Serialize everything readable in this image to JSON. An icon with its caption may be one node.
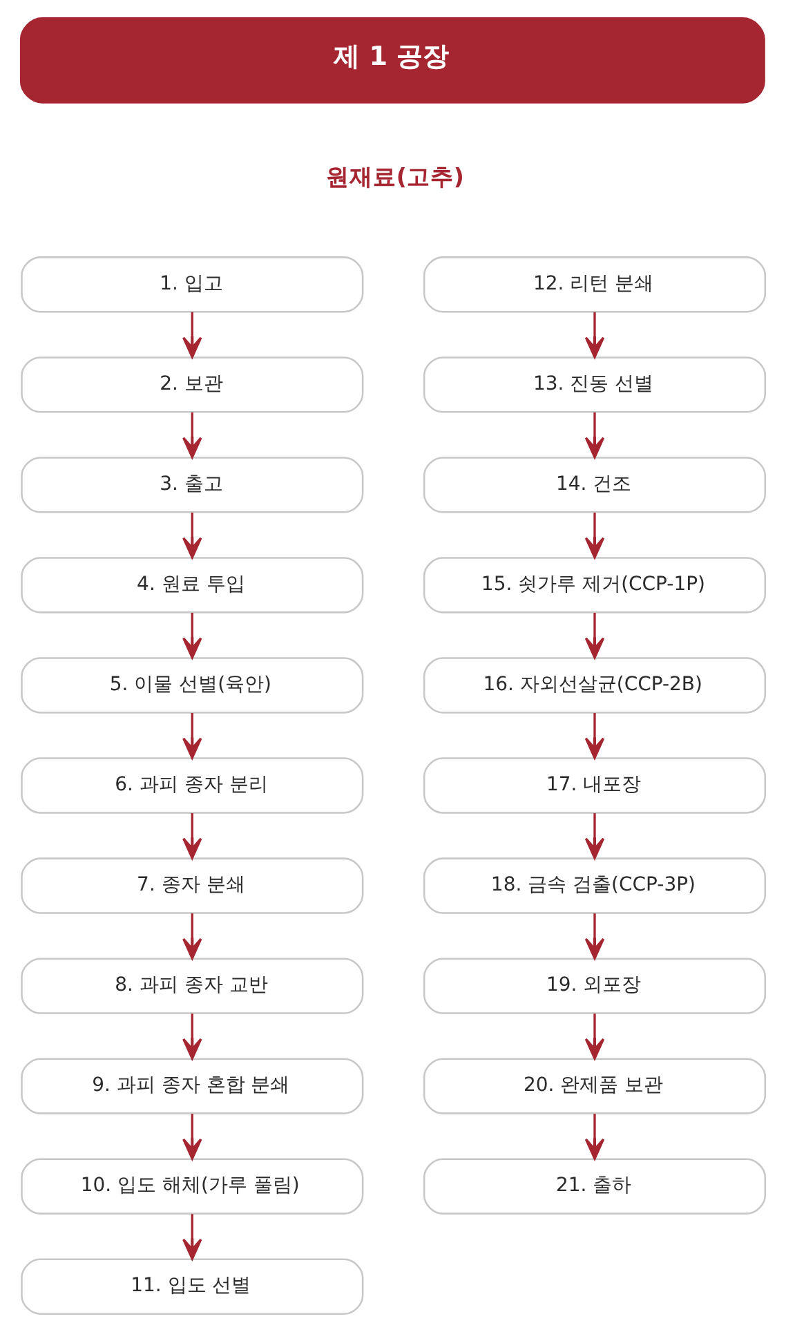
{
  "diagram": {
    "nodes": [
      {
        "text": [
          "제 1 공장"
        ]
      },
      {
        "text": [
          "1. 입고"
        ]
      },
      {
        "text": [
          "2. 보관"
        ]
      },
      {
        "text": [
          "3. 출고"
        ]
      },
      {
        "text": [
          "4. 원료 투입"
        ]
      },
      {
        "text": [
          "5. 이물 선별(육안)"
        ]
      },
      {
        "text": [
          "6. 과피 종자 분리"
        ]
      },
      {
        "text": [
          "7. 종자 분쇄"
        ]
      },
      {
        "text": [
          "8. 과피 종자 교반"
        ]
      },
      {
        "text": [
          "9. 과피 종자 혼합 분쇄"
        ]
      },
      {
        "text": [
          "10. 입도 해체(가루 풀림)"
        ]
      },
      {
        "text": [
          "11. 입도 선별"
        ]
      },
      {
        "text": [
          "12. 리턴 분쇄"
        ]
      },
      {
        "text": [
          "13. 진동 선별"
        ]
      },
      {
        "text": [
          "14. 건조"
        ]
      },
      {
        "text": [
          "15. 쇳가루 제거(CCP-1P)"
        ]
      },
      {
        "text": [
          "16. 자외선살균(CCP-2B)"
        ]
      },
      {
        "text": [
          "17. 내포장"
        ]
      },
      {
        "text": [
          "18. 금속 검출(CCP-3P)"
        ]
      },
      {
        "text": [
          "19. 외포장"
        ]
      },
      {
        "text": [
          "20. 완제품 보관"
        ]
      },
      {
        "text": [
          "21. 출하"
        ]
      }
    ],
    "edges": [
      {
        "from": 1,
        "to": 2,
        "arrow": "to"
      },
      {
        "from": 2,
        "to": 3,
        "arrow": "to"
      },
      {
        "from": 3,
        "to": 4,
        "arrow": "to"
      },
      {
        "from": 4,
        "to": 5,
        "arrow": "to"
      },
      {
        "from": 5,
        "to": 6,
        "arrow": "to"
      },
      {
        "from": 6,
        "to": 7,
        "arrow": "to"
      },
      {
        "from": 7,
        "to": 8,
        "arrow": "to"
      },
      {
        "from": 8,
        "to": 9,
        "arrow": "to"
      },
      {
        "from": 9,
        "to": 10,
        "arrow": "to"
      },
      {
        "from": 10,
        "to": 11,
        "arrow": "to"
      },
      {
        "from": 12,
        "to": 13,
        "arrow": "to"
      },
      {
        "from": 13,
        "to": 14,
        "arrow": "to"
      },
      {
        "from": 14,
        "to": 15,
        "arrow": "to"
      },
      {
        "from": 15,
        "to": 16,
        "arrow": "to"
      },
      {
        "from": 16,
        "to": 17,
        "arrow": "to"
      },
      {
        "from": 17,
        "to": 18,
        "arrow": "to"
      },
      {
        "from": 18,
        "to": 19,
        "arrow": "to"
      },
      {
        "from": 19,
        "to": 20,
        "arrow": "to"
      },
      {
        "from": 20,
        "to": 21,
        "arrow": "to"
      }
    ],
    "labels": [
      "원재료(고추)"
    ]
  }
}
